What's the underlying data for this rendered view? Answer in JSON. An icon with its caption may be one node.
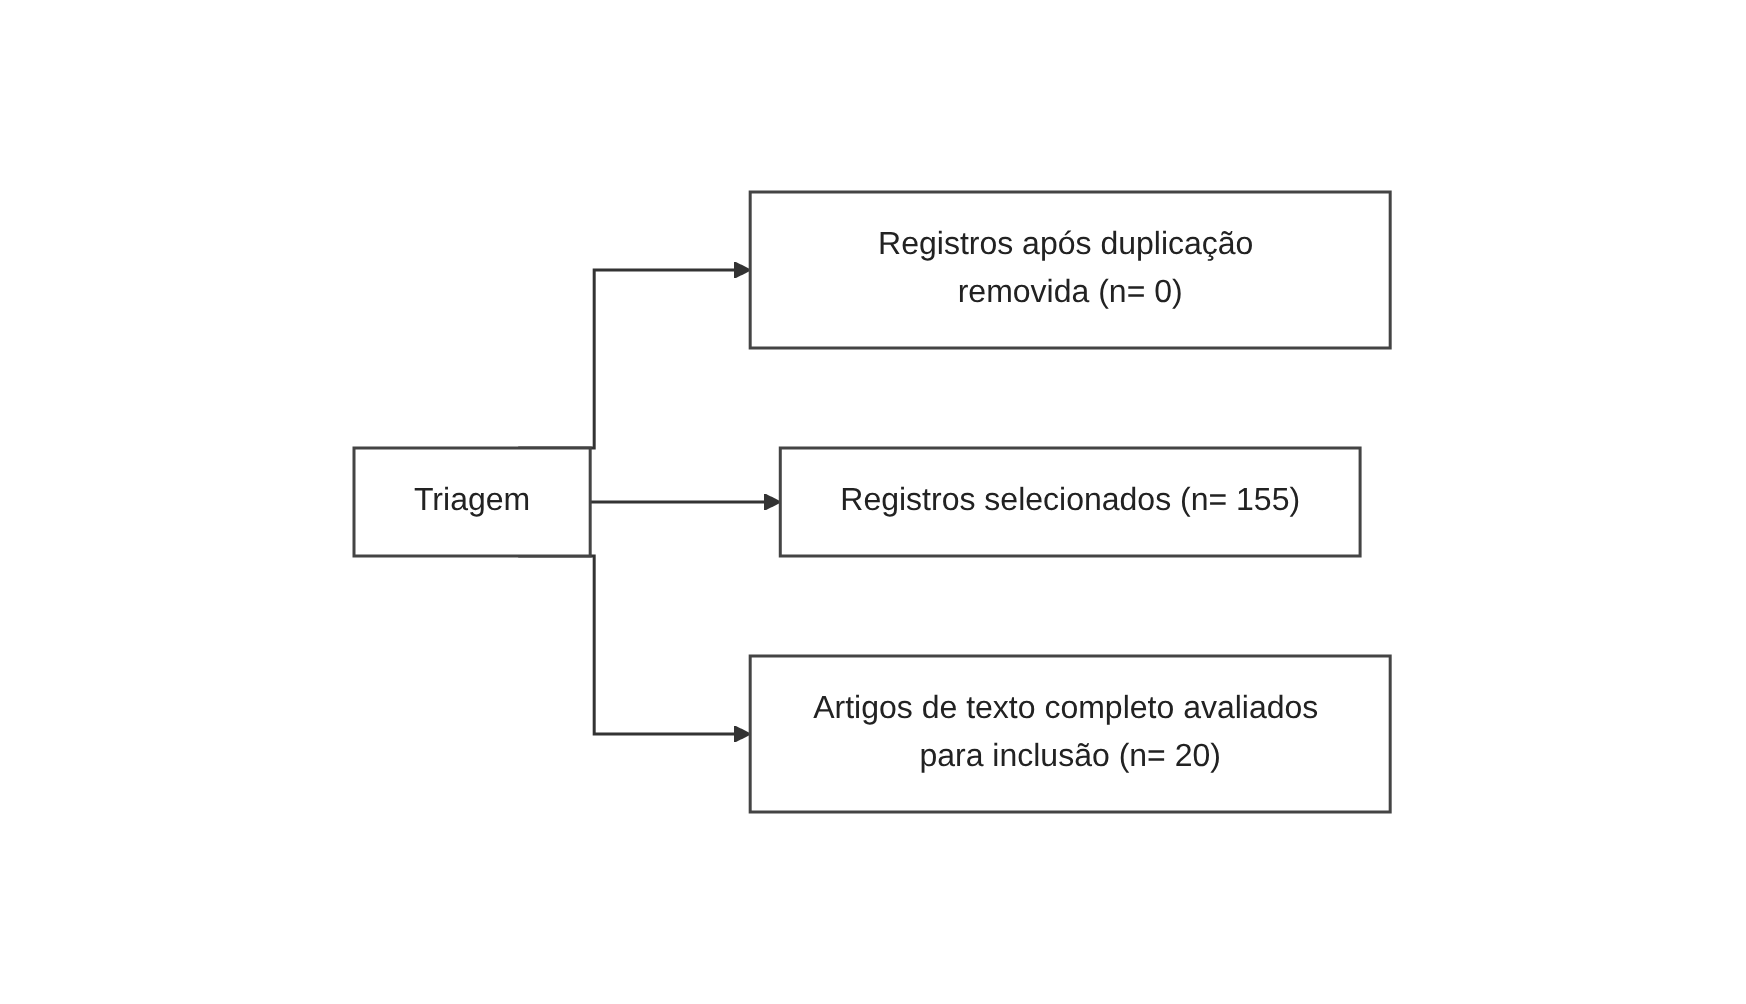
{
  "diagram": {
    "nodes": [
      {
        "text": [
          "Triagem"
        ]
      },
      {
        "text": [
          "Registros após duplicação removida (n= 0)"
        ]
      },
      {
        "text": [
          "Registros selecionados (n= 155)"
        ]
      },
      {
        "text": [
          "Artigos de texto completo avaliados para inclusão (n= 20)"
        ]
      }
    ],
    "edges": [
      {
        "from": 0,
        "to": 1,
        "arrow": "to"
      },
      {
        "from": 0,
        "to": 2,
        "arrow": "to"
      },
      {
        "from": 0,
        "to": 3,
        "arrow": "to"
      }
    ]
  }
}
